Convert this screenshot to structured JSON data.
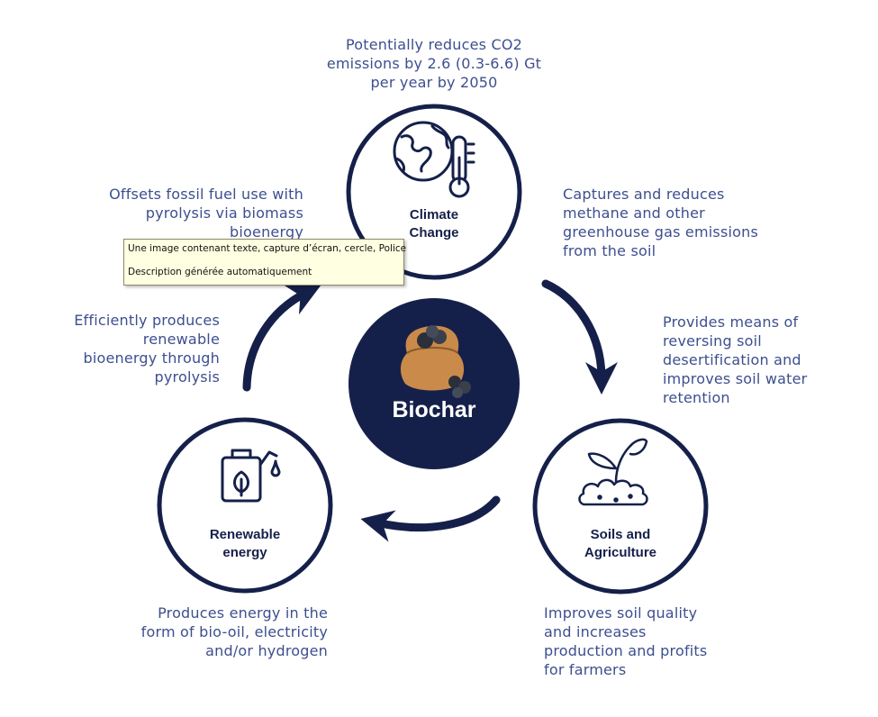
{
  "center_node": {
    "label": "Biochar",
    "icon": "coal-sack-icon"
  },
  "nodes": [
    {
      "id": "climate",
      "label_lines": [
        "Climate",
        "Change"
      ],
      "icon": "globe-thermometer-icon"
    },
    {
      "id": "soils",
      "label_lines": [
        "Soils and",
        "Agriculture"
      ],
      "icon": "sprout-soil-icon"
    },
    {
      "id": "energy",
      "label_lines": [
        "Renewable",
        "energy"
      ],
      "icon": "fuel-can-leaf-icon"
    }
  ],
  "captions": {
    "top": [
      "Potentially reduces CO2",
      "emissions by 2.6 (0.3-6.6) Gt",
      "per year by 2050"
    ],
    "upper_left": [
      "Offsets fossil fuel use with",
      "pyrolysis via biomass",
      "bioenergy"
    ],
    "upper_right": [
      "Captures and reduces",
      "methane and other",
      "greenhouse gas emissions",
      "from the soil"
    ],
    "mid_left": [
      "Efficiently produces",
      "renewable",
      "bioenergy through",
      "pyrolysis"
    ],
    "mid_right": [
      "Provides means of",
      "reversing soil",
      "desertification and",
      "improves soil water",
      "retention"
    ],
    "bottom_left": [
      "Produces energy in the",
      "form of bio-oil, electricity",
      "and/or hydrogen"
    ],
    "bottom_right": [
      "Improves soil quality",
      "and increases",
      "production and profits",
      "for farmers"
    ]
  },
  "tooltip": {
    "line1": "Une image contenant texte, capture d’écran, cercle, Police",
    "line2": "Description générée automatiquement"
  },
  "colors": {
    "navy": "#15204a",
    "caption": "#3d4f8f",
    "white": "#ffffff",
    "sack": "#c98a4a",
    "tooltip_bg": "#ffffe1"
  }
}
